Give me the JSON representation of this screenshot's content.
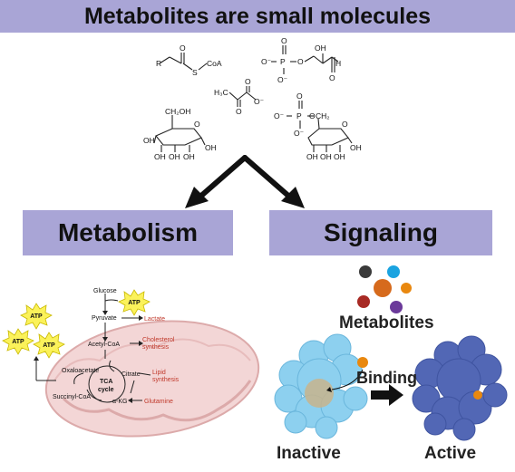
{
  "title": "Metabolites are small molecules",
  "panels": {
    "metabolism": "Metabolism",
    "signaling": "Signaling"
  },
  "molecules": {
    "acyl_coa": {
      "r": "R",
      "o": "O",
      "s": "S",
      "coa": "CoA"
    },
    "glycerol_p": {
      "o_minus": "O⁻",
      "p": "P",
      "oh": "OH",
      "h": "H",
      "o": "O"
    },
    "pyruvate": {
      "ch3": "H₃C",
      "o_minus": "O⁻",
      "o": "O"
    },
    "glucose": {
      "ch2oh": "CH₂OH",
      "oh": "OH",
      "o": "O"
    },
    "glucose_p": {
      "o_minus": "O⁻",
      "p": "P",
      "ch2": "CH₂",
      "oh": "OH",
      "o": "O"
    }
  },
  "pathway": {
    "glucose": "Glucose",
    "pyruvate": "Pyruvate",
    "lactate": "Lactate",
    "acetyl_coa": "Acetyl-CoA",
    "cholesterol": "Cholesterol",
    "synthesis": "synthesis",
    "oxaloacetate": "Oxaloacetate",
    "citrate": "Citrate",
    "lipid": "Lipid",
    "tca": "TCA",
    "cycle": "cycle",
    "succinyl_coa": "Succinyl-CoA",
    "akg": "α-KG",
    "glutamine": "Glutamine",
    "atp": "ATP"
  },
  "signaling": {
    "metabolites_label": "Metabolites",
    "binding_label": "Binding",
    "inactive_label": "Inactive",
    "active_label": "Active"
  },
  "colors": {
    "banner": "#a9a5d6",
    "mitochondrion": "#f3d6d6",
    "mito_outline": "#dcaaaa",
    "atp_star": "#fbf25a",
    "red_text": "#c0392b",
    "inactive_protein": "#8dd0ef",
    "active_protein": "#5267b5",
    "orange": "#e9880f"
  },
  "metabolite_dots": [
    "#3a3a3a",
    "#1aa3e0",
    "#d66a1c",
    "#e9880f",
    "#a82a24",
    "#6b3a9a"
  ]
}
